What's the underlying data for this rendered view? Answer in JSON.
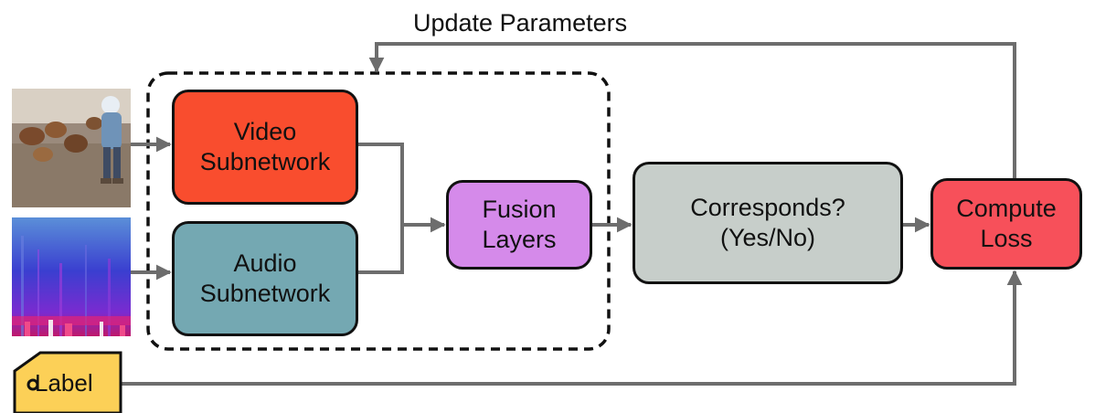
{
  "update_label": "Update Parameters",
  "boxes": {
    "video": {
      "line1": "Video",
      "line2": "Subnetwork",
      "color": "#f94d2e"
    },
    "audio": {
      "line1": "Audio",
      "line2": "Subnetwork",
      "color": "#74a8b2"
    },
    "fusion": {
      "line1": "Fusion",
      "line2": "Layers",
      "color": "#d58aea"
    },
    "correspond": {
      "line1": "Corresponds?",
      "line2": "(Yes/No)",
      "color": "#c7ceca"
    },
    "loss": {
      "line1": "Compute",
      "line2": "Loss",
      "color": "#f7505a"
    }
  },
  "label_tag": {
    "text": "Label",
    "color": "#fcd057"
  },
  "colors": {
    "arrow": "#6d6d6d",
    "outline": "#111111"
  },
  "icons": {
    "video_input": "video-frame-thumbnail",
    "audio_input": "spectrogram-thumbnail"
  }
}
